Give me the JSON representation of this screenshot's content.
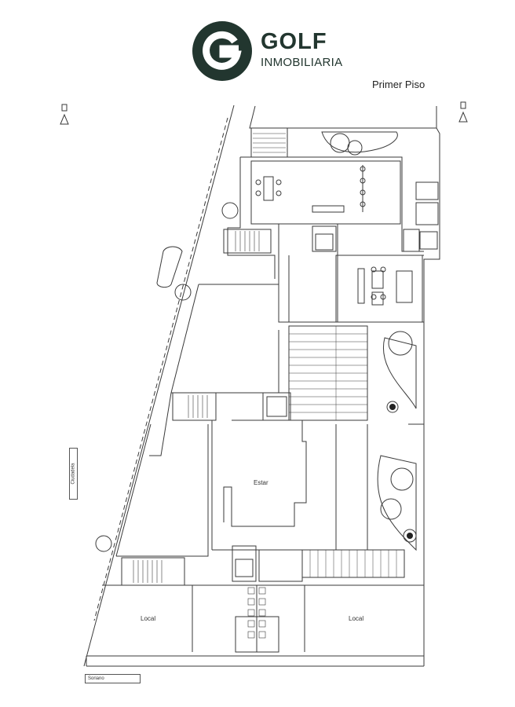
{
  "logo": {
    "letter": "G",
    "wordmark": "GOLF",
    "subtitle": "INMOBILIARIA",
    "color": "#22362f"
  },
  "floor_label": "Primer Piso",
  "plan": {
    "line_color": "#3a3a3a",
    "rooms": {
      "estar": "Estar",
      "local_left": "Local",
      "local_right": "Local"
    },
    "streets": {
      "soriano": "Soriano",
      "ciudadela": "Ciudadela"
    }
  }
}
